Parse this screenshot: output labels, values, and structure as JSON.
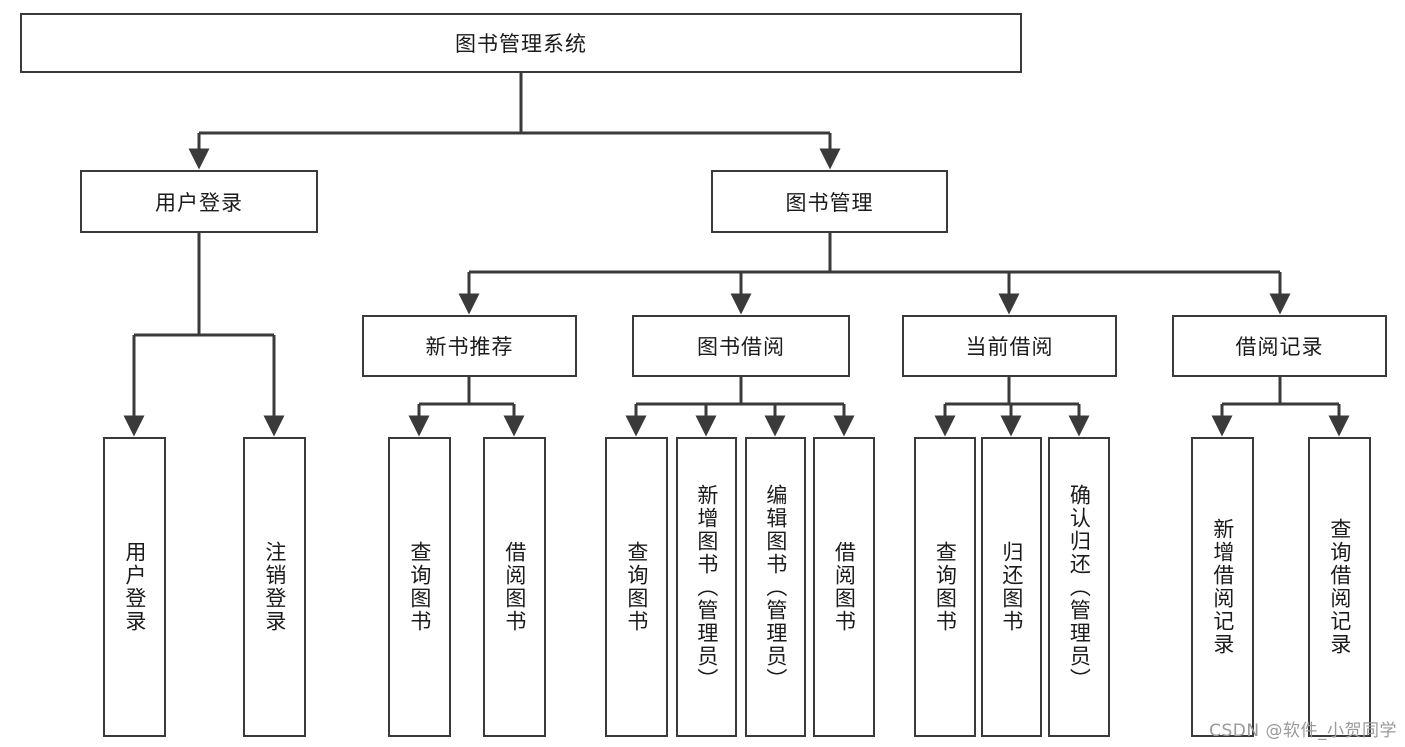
{
  "diagram": {
    "type": "tree",
    "title": "图书管理系统",
    "watermark": "CSDN @软件_小贺同学",
    "colors": {
      "stroke": "#3a3a3a",
      "fill": "#ffffff",
      "text": "#1b1b1b",
      "watermark": "#9a9a9a"
    },
    "levels": {
      "root": {
        "label": "图书管理系统"
      },
      "level2": [
        {
          "id": "user-login",
          "label": "用户登录"
        },
        {
          "id": "book-manage",
          "label": "图书管理"
        }
      ],
      "level3": [
        {
          "id": "new-book-rec",
          "label": "新书推荐",
          "parent": "book-manage"
        },
        {
          "id": "book-borrow",
          "label": "图书借阅",
          "parent": "book-manage"
        },
        {
          "id": "current-borrow",
          "label": "当前借阅",
          "parent": "book-manage"
        },
        {
          "id": "borrow-record",
          "label": "借阅记录",
          "parent": "book-manage"
        }
      ],
      "leaves": [
        {
          "id": "leaf-user-login",
          "label": "用户登录",
          "parent": "user-login"
        },
        {
          "id": "leaf-user-logout",
          "label": "注销登录",
          "parent": "user-login"
        },
        {
          "id": "leaf-query-book-1",
          "label": "查询图书",
          "parent": "new-book-rec"
        },
        {
          "id": "leaf-borrow-book-1",
          "label": "借阅图书",
          "parent": "new-book-rec"
        },
        {
          "id": "leaf-query-book-2",
          "label": "查询图书",
          "parent": "book-borrow"
        },
        {
          "id": "leaf-add-book",
          "label": "新增图书（管理员）",
          "parent": "book-borrow"
        },
        {
          "id": "leaf-edit-book",
          "label": "编辑图书（管理员）",
          "parent": "book-borrow"
        },
        {
          "id": "leaf-borrow-book-2",
          "label": "借阅图书",
          "parent": "book-borrow"
        },
        {
          "id": "leaf-query-book-3",
          "label": "查询图书",
          "parent": "current-borrow"
        },
        {
          "id": "leaf-return-book",
          "label": "归还图书",
          "parent": "current-borrow"
        },
        {
          "id": "leaf-confirm-return",
          "label": "确认归还（管理员）",
          "parent": "current-borrow"
        },
        {
          "id": "leaf-add-record",
          "label": "新增借阅记录",
          "parent": "borrow-record"
        },
        {
          "id": "leaf-query-record",
          "label": "查询借阅记录",
          "parent": "borrow-record"
        }
      ]
    }
  }
}
